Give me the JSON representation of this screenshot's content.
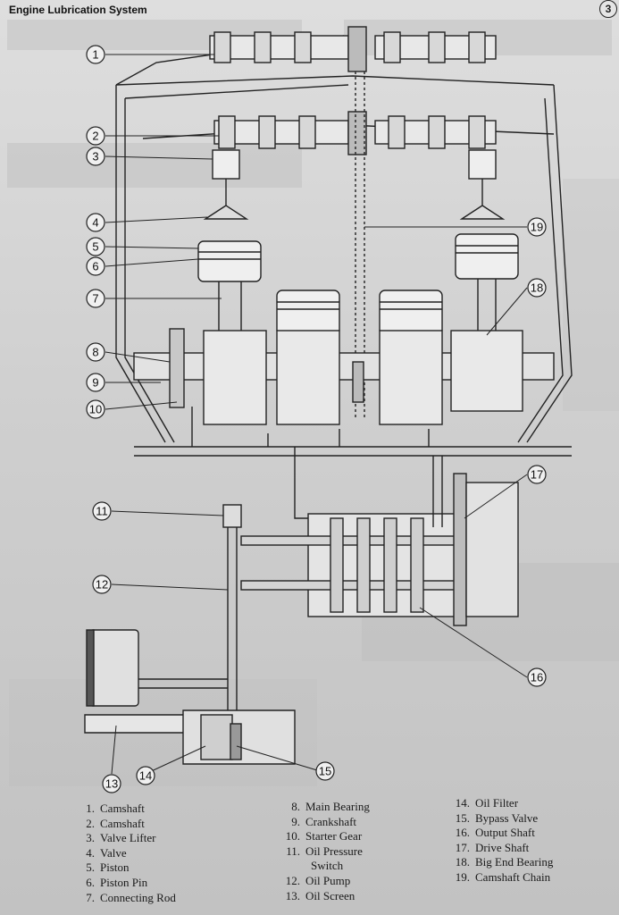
{
  "page": {
    "title": "Engine Lubrication System",
    "page_number": "3"
  },
  "callouts": [
    "1",
    "2",
    "3",
    "4",
    "5",
    "6",
    "7",
    "8",
    "9",
    "10",
    "11",
    "12",
    "13",
    "14",
    "15",
    "16",
    "17",
    "18",
    "19"
  ],
  "legend": {
    "col1": [
      {
        "n": "1.",
        "label": "Camshaft"
      },
      {
        "n": "2.",
        "label": "Camshaft"
      },
      {
        "n": "3.",
        "label": "Valve Lifter"
      },
      {
        "n": "4.",
        "label": "Valve"
      },
      {
        "n": "5.",
        "label": "Piston"
      },
      {
        "n": "6.",
        "label": "Piston Pin"
      },
      {
        "n": "7.",
        "label": "Connecting Rod"
      }
    ],
    "col2": [
      {
        "n": "8.",
        "label": "Main Bearing"
      },
      {
        "n": "9.",
        "label": "Crankshaft"
      },
      {
        "n": "10.",
        "label": "Starter Gear"
      },
      {
        "n": "11.",
        "label": "Oil Pressure",
        "label2": "Switch"
      },
      {
        "n": "12.",
        "label": "Oil Pump"
      },
      {
        "n": "13.",
        "label": "Oil Screen"
      }
    ],
    "col3": [
      {
        "n": "14.",
        "label": "Oil Filter"
      },
      {
        "n": "15.",
        "label": "Bypass Valve"
      },
      {
        "n": "16.",
        "label": "Output Shaft"
      },
      {
        "n": "17.",
        "label": "Drive Shaft"
      },
      {
        "n": "18.",
        "label": "Big End Bearing"
      },
      {
        "n": "19.",
        "label": "Camshaft Chain"
      }
    ]
  }
}
